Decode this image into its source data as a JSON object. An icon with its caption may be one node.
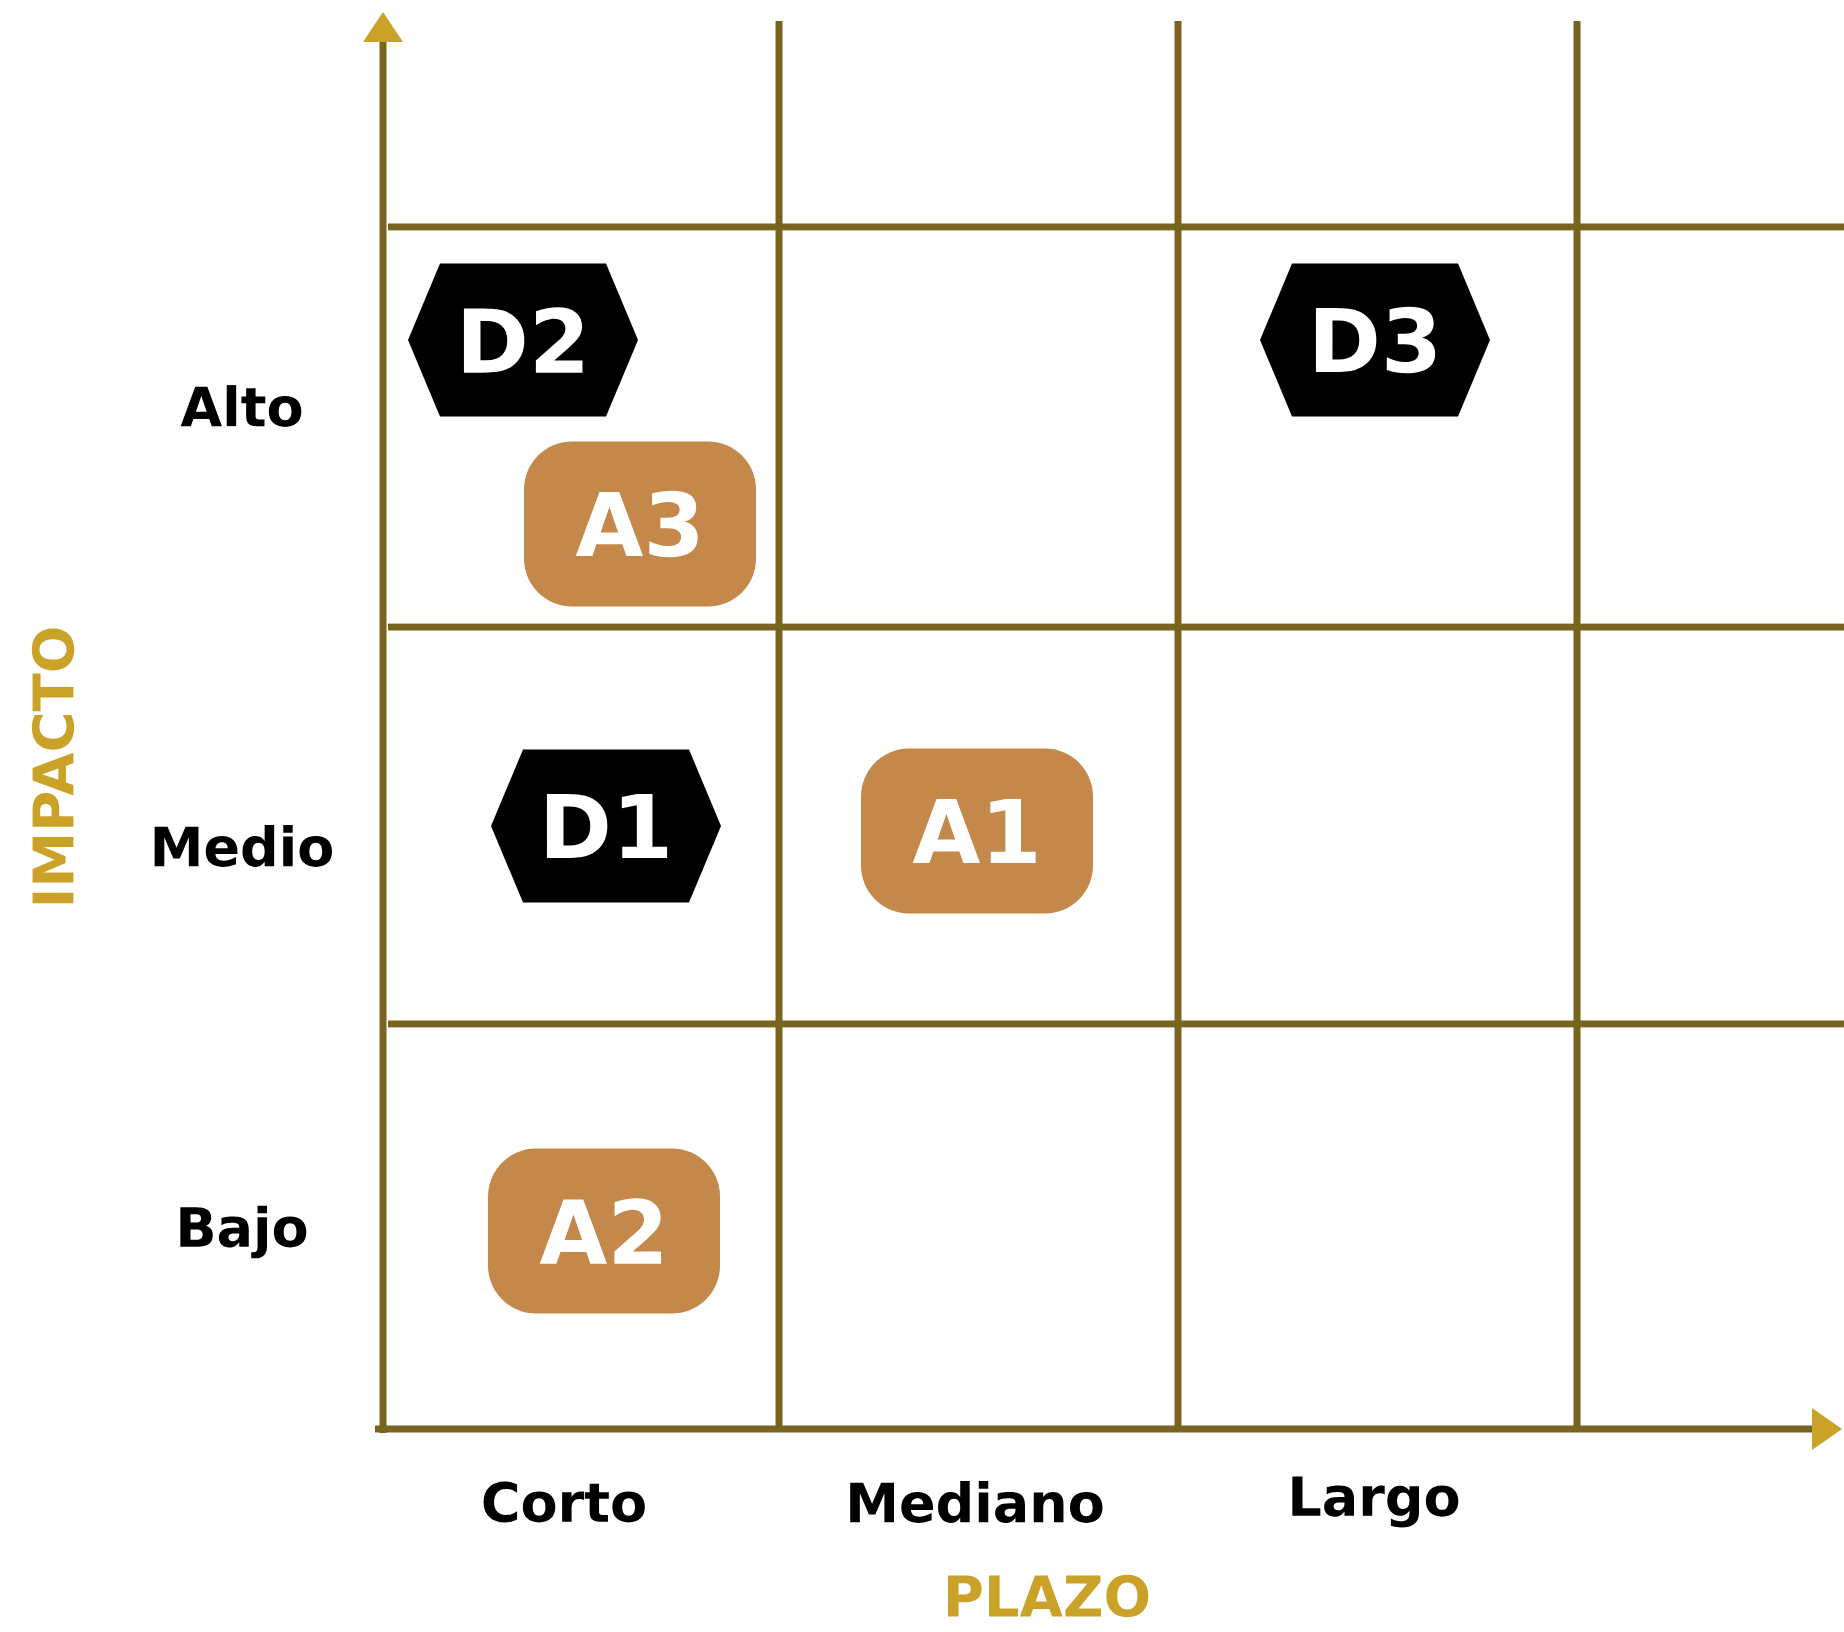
{
  "diagram": {
    "nodes": [
      {
        "text": [
          "D2"
        ]
      },
      {
        "text": [
          "D3"
        ]
      },
      {
        "text": [
          "A3"
        ]
      },
      {
        "text": [
          "D1"
        ]
      },
      {
        "text": [
          "A1"
        ]
      },
      {
        "text": [
          "A2"
        ]
      }
    ],
    "labels": [
      "Alto",
      "IMPACTO",
      "Medio",
      "Bajo",
      "Corto",
      "Mediano",
      "Largo",
      "PLAZO"
    ]
  }
}
